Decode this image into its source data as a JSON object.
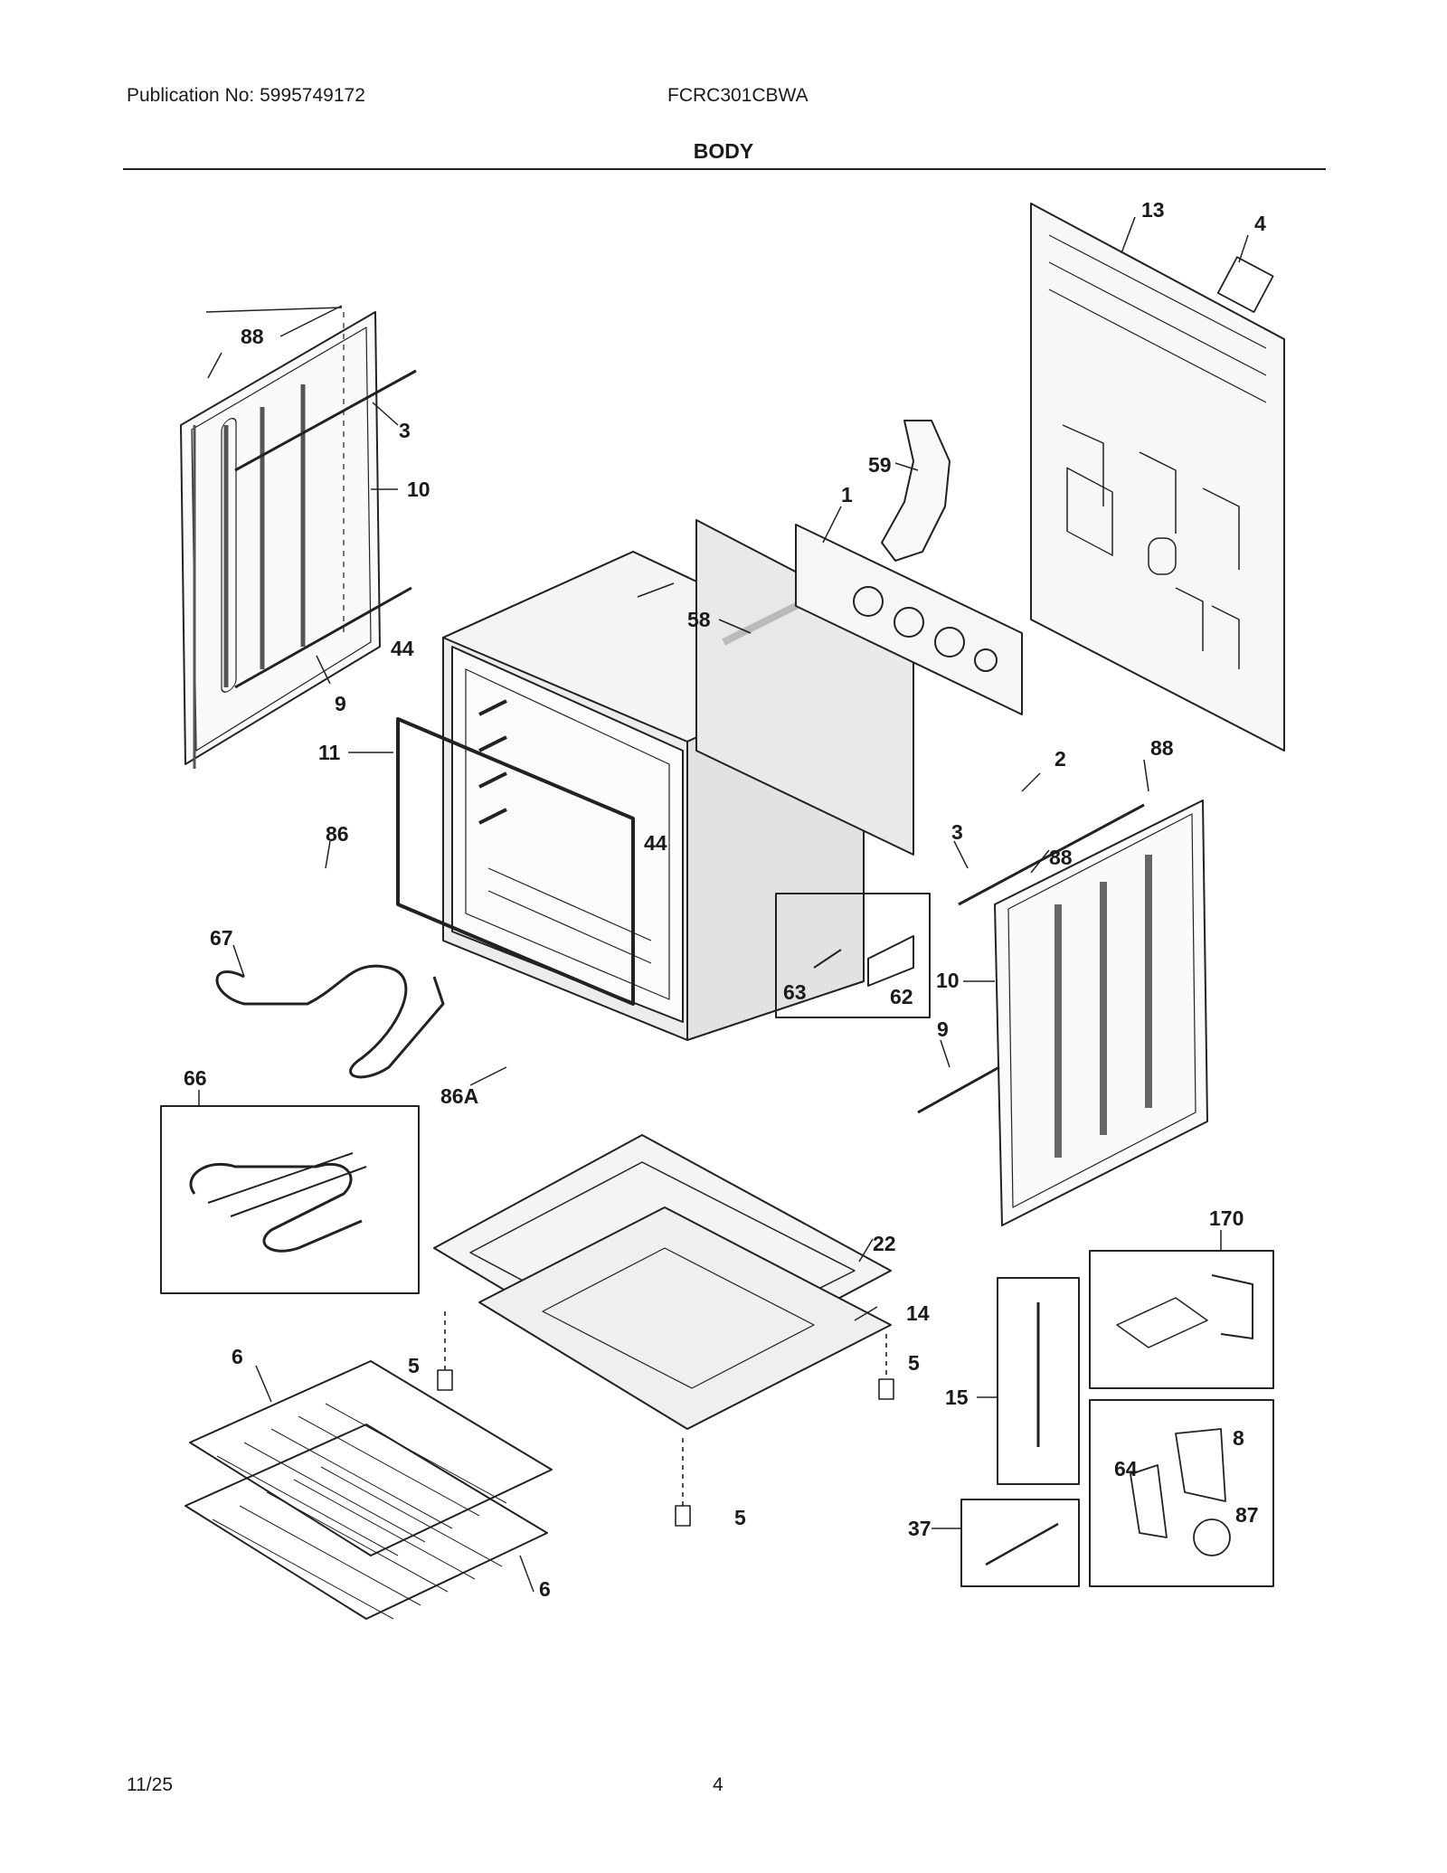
{
  "header": {
    "publication": "Publication No: 5995749172",
    "model": "FCRC301CBWA",
    "title": "BODY"
  },
  "footer": {
    "date": "11/25",
    "page": "4"
  },
  "callouts": [
    "88",
    "3",
    "10",
    "9",
    "44",
    "11",
    "86",
    "67",
    "66",
    "6",
    "5",
    "86A",
    "13",
    "4",
    "59",
    "1",
    "58",
    "44",
    "2",
    "88",
    "3",
    "88",
    "10",
    "9",
    "63",
    "62",
    "22",
    "14",
    "5",
    "5",
    "6",
    "170",
    "15",
    "8",
    "64",
    "87",
    "37"
  ]
}
